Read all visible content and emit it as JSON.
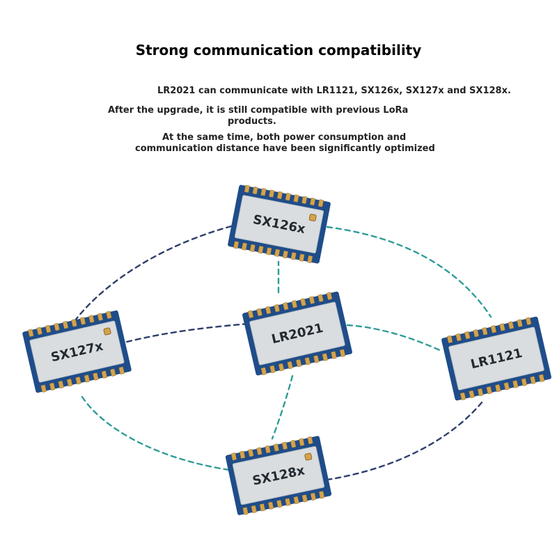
{
  "header": {
    "title": "Strong communication compatibility",
    "line_1": "LR2021 can communicate with LR1121, SX126x, SX127x and SX128x.",
    "line_2": "After the upgrade, it is still compatible with previous LoRa",
    "line_3": "products.",
    "line_4": "At the same time, both power consumption and",
    "line_5": "communication distance have been significantly optimized"
  },
  "diagram": {
    "center_chip": "LR2021",
    "top_chip": "SX126x",
    "left_chip": "SX127x",
    "right_chip": "LR1121",
    "bottom_chip": "SX128x"
  },
  "colors": {
    "teal_link": "#2d9c98",
    "navy_link": "#2f3d6b",
    "chip_board": "#1f4d8a",
    "chip_pin": "#d4a34b"
  }
}
